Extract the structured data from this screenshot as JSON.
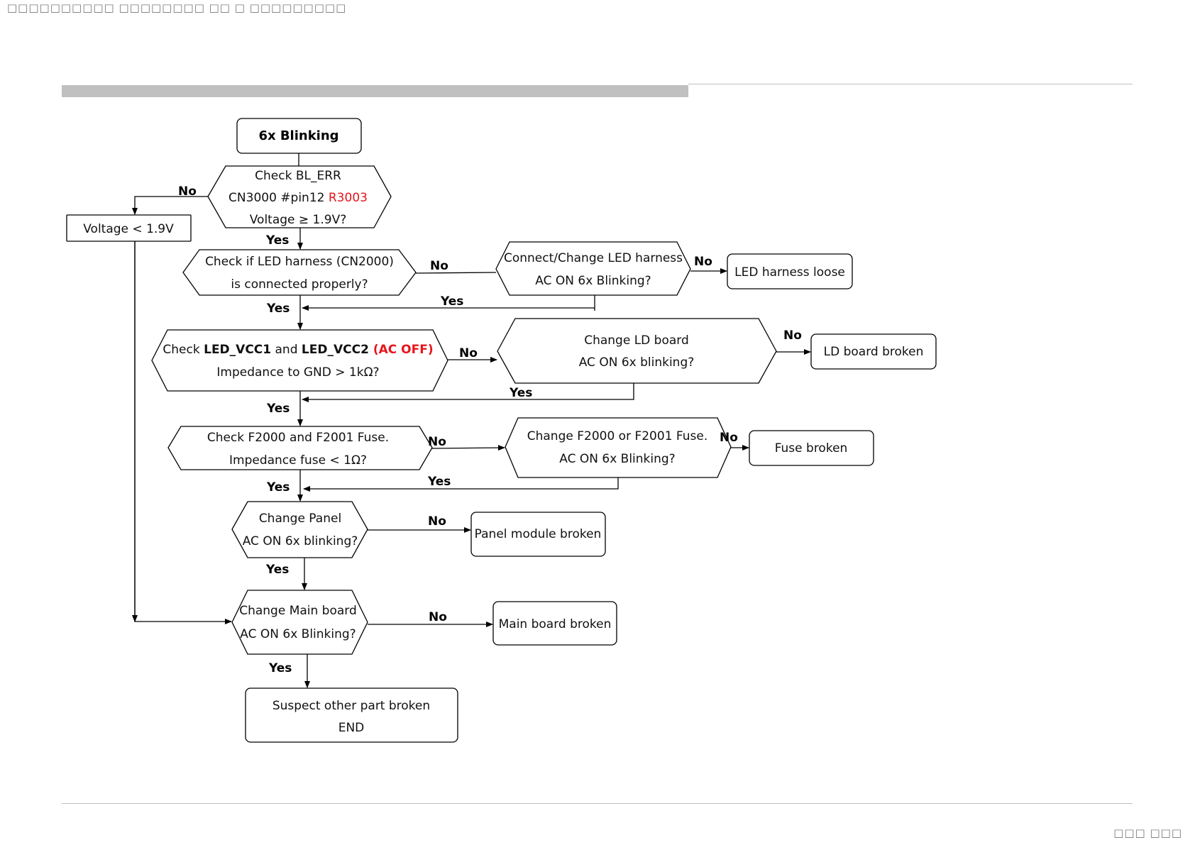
{
  "header": {
    "garbled": "□□□□□□□□□□ □□□□□□□□ □□ □ □□□□□□□□□"
  },
  "footer": {
    "garbled": "□□□ □□□"
  },
  "flow": {
    "start": "6x Blinking",
    "bl_err": {
      "line1": "Check BL_ERR",
      "line2_prefix": "CN3000 #pin12 ",
      "line2_red": "R3003",
      "line3": "Voltage ≥ 1.9V?"
    },
    "voltage_low": "Voltage < 1.9V",
    "harness": {
      "line1": "Check if LED harness (CN2000)",
      "line2": "is connected properly?"
    },
    "connect_harness": {
      "line1": "Connect/Change LED harness",
      "line2": "AC ON 6x Blinking?"
    },
    "harness_loose": "LED harness loose",
    "vcc": {
      "w1": "Check ",
      "w2": "LED_VCC1",
      "w3": " and ",
      "w4": "LED_VCC2",
      "w5": " (AC OFF)",
      "line2": "Impedance to GND > 1kΩ?"
    },
    "ld_change": {
      "line1": "Change LD board",
      "line2": "AC ON 6x blinking?"
    },
    "ld_broken": "LD board broken",
    "fuse": {
      "line1": "Check F2000 and F2001 Fuse.",
      "line2": "Impedance fuse < 1Ω?"
    },
    "fuse_change": {
      "line1": "Change F2000 or F2001 Fuse.",
      "line2": "AC ON 6x Blinking?"
    },
    "fuse_broken": "Fuse broken",
    "panel": {
      "line1": "Change Panel",
      "line2": "AC ON 6x blinking?"
    },
    "panel_broken": "Panel module broken",
    "mainboard": {
      "line1": "Change Main board",
      "line2": "AC ON 6x Blinking?"
    },
    "mainboard_broken": "Main board broken",
    "end": {
      "line1": "Suspect other part broken",
      "line2": "END"
    },
    "yes": "Yes",
    "no": "No"
  }
}
